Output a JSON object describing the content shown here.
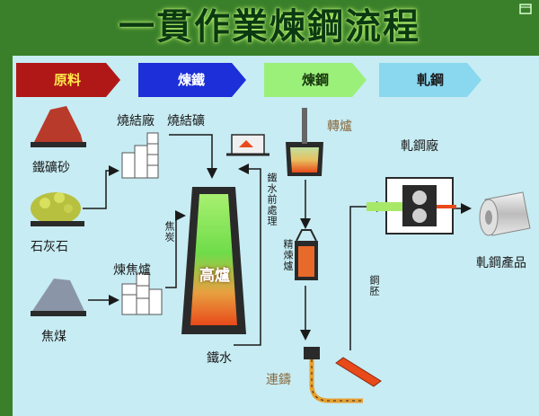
{
  "title": "一貫作業煉鋼流程",
  "phases": [
    {
      "label": "原料",
      "color": "#b01818",
      "text_color": "#ffe84a"
    },
    {
      "label": "煉鐵",
      "color": "#1c2fd8",
      "text_color": "#ffffff"
    },
    {
      "label": "煉鋼",
      "color": "#9bf07a",
      "text_color": "#1a3a10"
    },
    {
      "label": "軋鋼",
      "color": "#8ad8f0",
      "text_color": "#1a1a1a"
    }
  ],
  "materials": {
    "iron_ore": "鐵礦砂",
    "limestone": "石灰石",
    "coal": "焦煤"
  },
  "plants": {
    "sinter_plant": "燒結廠",
    "sinter_ore": "燒結礦",
    "coke_oven": "煉焦爐",
    "coke": "焦炭",
    "blast_furnace": "高爐",
    "molten_iron": "鐵水",
    "pretreatment": "鐵水前處理",
    "converter": "轉爐",
    "refining": "精煉爐",
    "continuous_casting": "連鑄",
    "steel_billet": "鋼胚",
    "rolling_mill": "軋鋼廠",
    "rolled_products": "軋鋼產品"
  },
  "colors": {
    "background": "#3a7f2a",
    "slide": "#c7ecf3",
    "title_text": "#0b3a12",
    "flow_line": "#1a1a1a",
    "molten": "#e84a1a",
    "furnace_body": "#2a2a2a"
  }
}
